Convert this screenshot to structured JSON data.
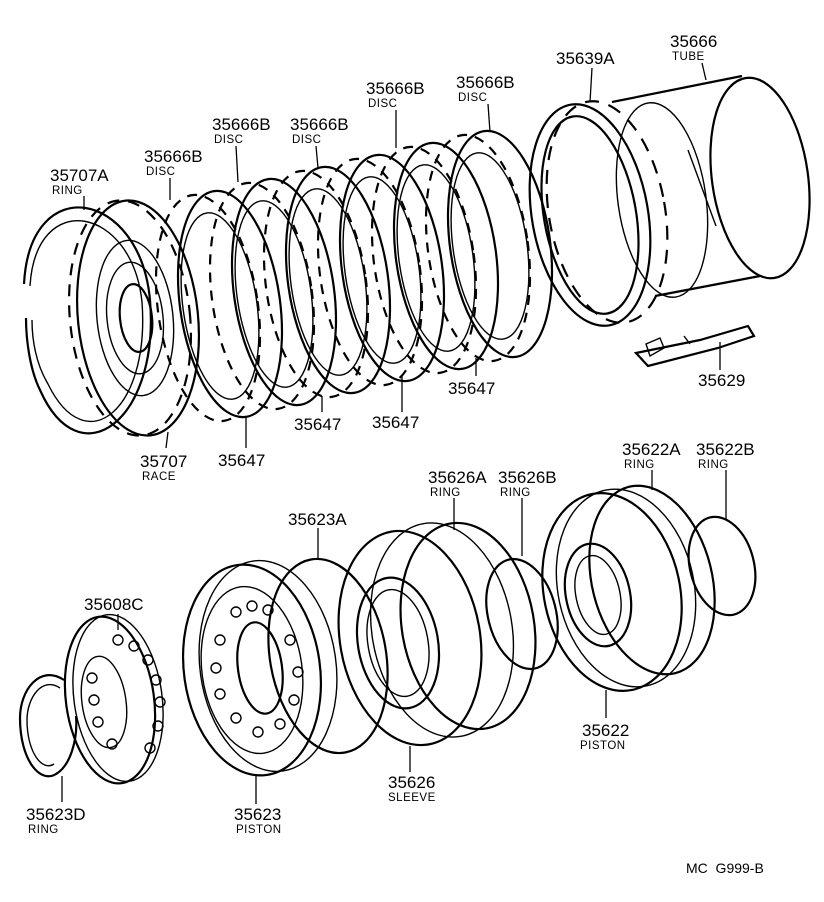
{
  "callouts": {
    "c35666": {
      "num": "35666",
      "name": "TUBE"
    },
    "c35639A": {
      "num": "35639A"
    },
    "c35666B_1": {
      "num": "35666B",
      "name": "DISC"
    },
    "c35666B_2": {
      "num": "35666B",
      "name": "DISC"
    },
    "c35666B_3": {
      "num": "35666B",
      "name": "DISC"
    },
    "c35666B_4": {
      "num": "35666B",
      "name": "DISC"
    },
    "c35666B_5": {
      "num": "35666B",
      "name": "DISC"
    },
    "c35707A": {
      "num": "35707A",
      "name": "RING"
    },
    "c35707": {
      "num": "35707",
      "name": "RACE"
    },
    "c35647_1": {
      "num": "35647"
    },
    "c35647_2": {
      "num": "35647"
    },
    "c35647_3": {
      "num": "35647"
    },
    "c35647_4": {
      "num": "35647"
    },
    "c35629": {
      "num": "35629"
    },
    "c35622A": {
      "num": "35622A",
      "name": "RING"
    },
    "c35622B": {
      "num": "35622B",
      "name": "RING"
    },
    "c35626A": {
      "num": "35626A",
      "name": "RING"
    },
    "c35626B": {
      "num": "35626B",
      "name": "RING"
    },
    "c35623A": {
      "num": "35623A"
    },
    "c35608C": {
      "num": "35608C"
    },
    "c35622": {
      "num": "35622",
      "name": "PISTON"
    },
    "c35626": {
      "num": "35626",
      "name": "SLEEVE"
    },
    "c35623": {
      "num": "35623",
      "name": "PISTON"
    },
    "c35623D": {
      "num": "35623D",
      "name": "RING"
    }
  },
  "drawing_code": "MC  G999-B"
}
